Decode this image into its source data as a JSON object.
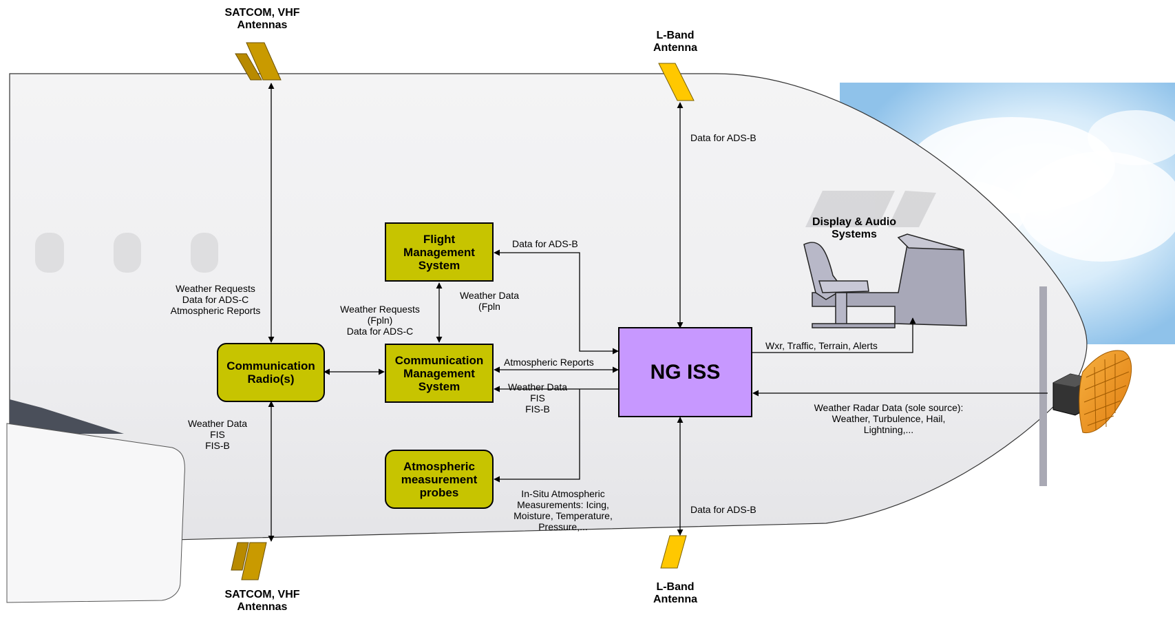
{
  "colors": {
    "fuselage": "#efeff0",
    "box_olive": "#c7c400",
    "box_purple": "#c798ff",
    "antenna_gold": "#c99a00",
    "antenna_yellow": "#ffc800",
    "radar_orange": "#f29a1a",
    "cockpit_gray": "#a8a8b8",
    "sky": "#8fc2ea"
  },
  "antennas": {
    "satcom_top": [
      "SATCOM, VHF",
      "Antennas"
    ],
    "satcom_bottom": [
      "SATCOM, VHF",
      "Antennas"
    ],
    "lband_top": [
      "L-Band",
      "Antenna"
    ],
    "lband_bottom": [
      "L-Band",
      "Antenna"
    ]
  },
  "boxes": {
    "fms": [
      "Flight",
      "Management",
      "System"
    ],
    "cms": [
      "Communication",
      "Management",
      "System"
    ],
    "comm_radio": [
      "Communication",
      "Radio(s)"
    ],
    "probes": [
      "Atmospheric",
      "measurement",
      "probes"
    ],
    "ngiss": "NG ISS"
  },
  "display": [
    "Display & Audio",
    "Systems"
  ],
  "flows": {
    "radio_antenna_up": [
      "Weather Requests",
      "Data for ADS-C",
      "Atmospheric Reports"
    ],
    "radio_antenna_down": [
      "Weather Data",
      "FIS",
      "FIS-B"
    ],
    "cms_to_fms": [
      "Weather Requests",
      "(Fpln)",
      "Data for ADS-C"
    ],
    "fms_to_cms": [
      "Weather Data",
      "(Fpln"
    ],
    "fms_ngiss": "Data for ADS-B",
    "cms_ngiss_reports": "Atmospheric Reports",
    "cms_ngiss_weather": [
      "Weather Data",
      "FIS",
      "FIS-B"
    ],
    "probes_ngiss": [
      "In-Situ Atmospheric",
      "Measurements: Icing,",
      "Moisture, Temperature,",
      "Pressure,..."
    ],
    "lband_top_ngiss": "Data for ADS-B",
    "lband_bottom_ngiss": "Data for ADS-B",
    "ngiss_display": "Wxr, Traffic, Terrain, Alerts",
    "radar_ngiss": [
      "Weather Radar Data (sole source):",
      "Weather, Turbulence, Hail,",
      "Lightning,..."
    ]
  }
}
